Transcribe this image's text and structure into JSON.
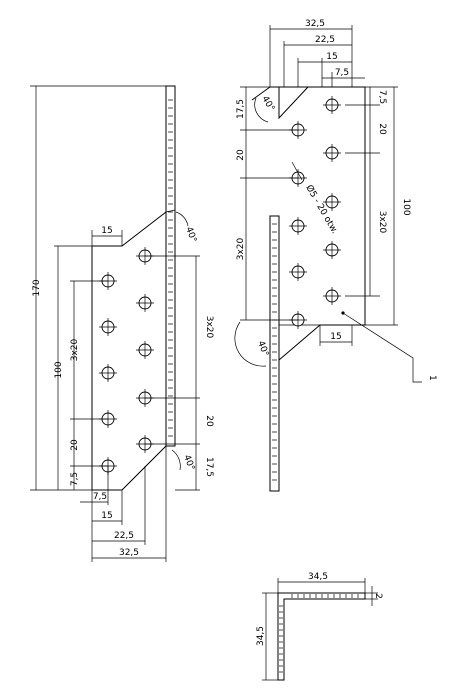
{
  "front_view": {
    "dims": {
      "total_height": "170",
      "row_span": "100",
      "three_x20_left": "3x20",
      "twenty_left": "20",
      "seven5_left": "7,5",
      "three_x20_right": "3x20",
      "twenty_right": "20",
      "seventeen5_right": "17,5",
      "top_width": "15",
      "bottom_7_5": "7,5",
      "bottom_15": "15",
      "bottom_22_5": "22,5",
      "bottom_32_5": "32,5",
      "angle_top": "40°",
      "angle_bottom": "40°"
    }
  },
  "side_view": {
    "dims": {
      "top_32_5": "32,5",
      "top_22_5": "22,5",
      "top_15": "15",
      "top_7_5": "7,5",
      "right_7_5": "7,5",
      "right_20": "20",
      "right_3x20": "3x20",
      "right_100": "100",
      "left_17_5": "17,5",
      "left_20": "20",
      "left_3x20": "3x20",
      "bottom_15": "15",
      "angle_top": "40°",
      "angle_bottom": "40°",
      "hole_note": "Ø5 - 20 otw.",
      "callout": "1"
    }
  },
  "section_view": {
    "dims": {
      "width": "34,5",
      "height": "34,5",
      "thickness": "2"
    }
  }
}
